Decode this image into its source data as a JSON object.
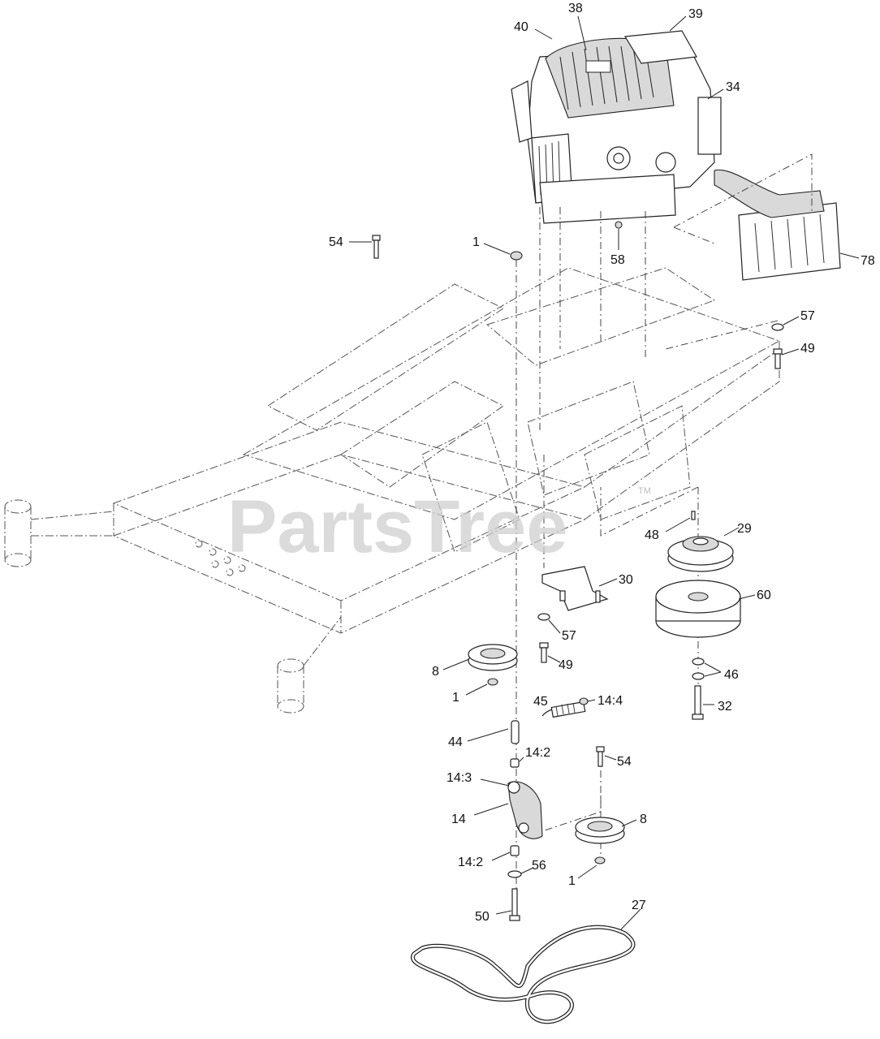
{
  "watermark": {
    "text": "PartsTree",
    "trademark": "TM"
  },
  "callouts": [
    {
      "id": "c-40",
      "text": "40"
    },
    {
      "id": "c-38",
      "text": "38"
    },
    {
      "id": "c-39",
      "text": "39"
    },
    {
      "id": "c-34",
      "text": "34"
    },
    {
      "id": "c-54a",
      "text": "54"
    },
    {
      "id": "c-1a",
      "text": "1"
    },
    {
      "id": "c-58",
      "text": "58"
    },
    {
      "id": "c-78",
      "text": "78"
    },
    {
      "id": "c-57a",
      "text": "57"
    },
    {
      "id": "c-49a",
      "text": "49"
    },
    {
      "id": "c-48",
      "text": "48"
    },
    {
      "id": "c-29",
      "text": "29"
    },
    {
      "id": "c-30",
      "text": "30"
    },
    {
      "id": "c-60",
      "text": "60"
    },
    {
      "id": "c-57b",
      "text": "57"
    },
    {
      "id": "c-49b",
      "text": "49"
    },
    {
      "id": "c-8a",
      "text": "8"
    },
    {
      "id": "c-46",
      "text": "46"
    },
    {
      "id": "c-1b",
      "text": "1"
    },
    {
      "id": "c-45",
      "text": "45"
    },
    {
      "id": "c-14-4",
      "text": "14:4"
    },
    {
      "id": "c-32",
      "text": "32"
    },
    {
      "id": "c-44",
      "text": "44"
    },
    {
      "id": "c-14-2a",
      "text": "14:2"
    },
    {
      "id": "c-54b",
      "text": "54"
    },
    {
      "id": "c-14-3",
      "text": "14:3"
    },
    {
      "id": "c-14",
      "text": "14"
    },
    {
      "id": "c-8b",
      "text": "8"
    },
    {
      "id": "c-14-2b",
      "text": "14:2"
    },
    {
      "id": "c-56",
      "text": "56"
    },
    {
      "id": "c-1c",
      "text": "1"
    },
    {
      "id": "c-27",
      "text": "27"
    },
    {
      "id": "c-50",
      "text": "50"
    }
  ]
}
